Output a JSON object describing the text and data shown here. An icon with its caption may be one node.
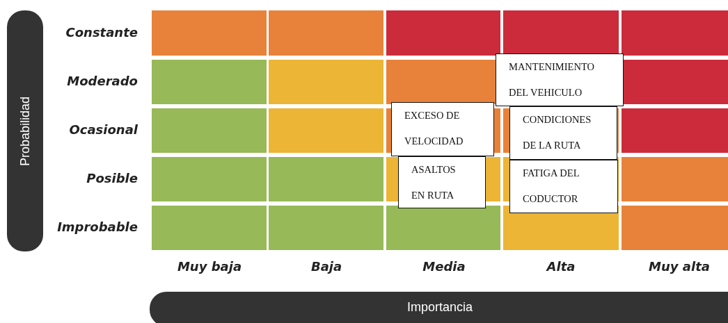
{
  "diagram": {
    "nodes": [
      {
        "text": [
          "Probabilidad"
        ]
      },
      {
        "text": [
          "MANTENIMIENTO DEL VEHICULO"
        ]
      },
      {
        "text": [
          "EXCESO DE VELOCIDAD"
        ]
      },
      {
        "text": [
          "CONDICIONES DE LA RUTA"
        ]
      },
      {
        "text": [
          "ASALTOS EN RUTA"
        ]
      },
      {
        "text": [
          "FATIGA DEL CODUCTOR"
        ]
      },
      {
        "text": [
          "Importancia"
        ]
      }
    ],
    "labels": [
      "Constante",
      "Moderado",
      "Ocasional",
      "Posible",
      "Improbable",
      "Muy baja",
      "Baja",
      "Media",
      "Alta",
      "Muy alta"
    ]
  }
}
